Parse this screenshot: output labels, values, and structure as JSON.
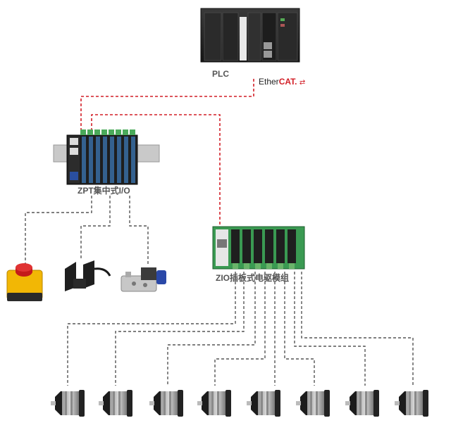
{
  "plc": {
    "label": "PLC"
  },
  "protocol": {
    "prefix": "Ether",
    "suffix": "CAT",
    "mark": ".",
    "icon": "ethercat-arrows-icon"
  },
  "zpt": {
    "label": "ZPT集中式I/O"
  },
  "zio": {
    "label": "ZIO插板式电驱模组"
  },
  "peripherals": [
    {
      "icon": "emergency-stop-button-icon"
    },
    {
      "icon": "photoelectric-sensor-icon"
    },
    {
      "icon": "solenoid-valve-icon"
    }
  ],
  "motors": [
    {
      "icon": "stepper-motor-icon"
    },
    {
      "icon": "stepper-motor-icon"
    },
    {
      "icon": "stepper-motor-icon"
    },
    {
      "icon": "stepper-motor-icon"
    },
    {
      "icon": "stepper-motor-icon"
    },
    {
      "icon": "stepper-motor-icon"
    },
    {
      "icon": "stepper-motor-icon"
    },
    {
      "icon": "stepper-motor-icon"
    }
  ],
  "colors": {
    "ethercat_link": "#d21f27",
    "io_link": "#555555",
    "device_dark": "#2a2a2a",
    "module_green": "#3a9a52"
  }
}
